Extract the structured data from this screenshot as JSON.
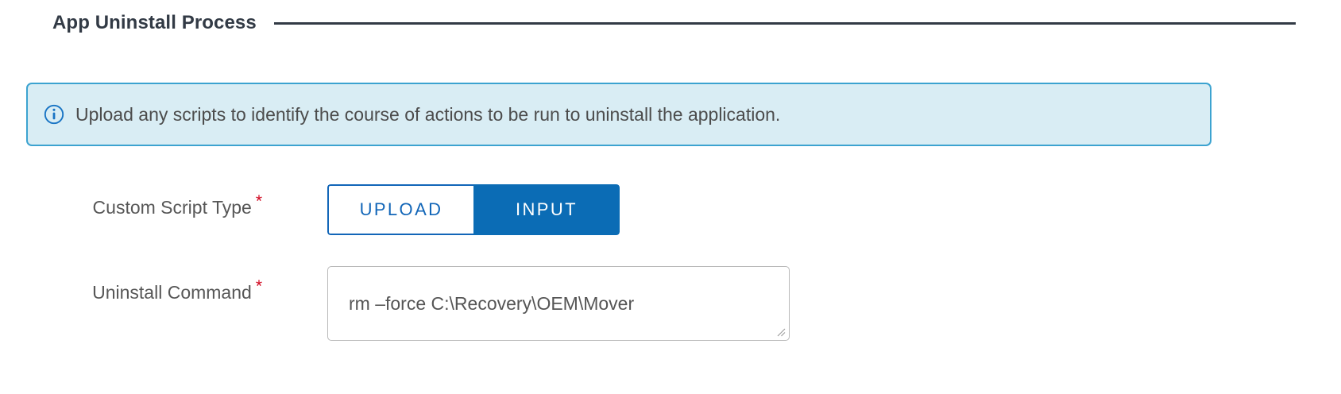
{
  "section": {
    "title": "App Uninstall Process"
  },
  "info_banner": {
    "icon": "info-circle-icon",
    "message": "Upload any scripts to identify the course of actions to be run to uninstall the application.",
    "background_color": "#d9edf4",
    "border_color": "#3ca3d0",
    "icon_color": "#1874c4"
  },
  "fields": {
    "custom_script_type": {
      "label": "Custom Script Type",
      "required_marker": "*",
      "options": [
        {
          "label": "UPLOAD",
          "selected": false
        },
        {
          "label": "INPUT",
          "selected": true
        }
      ],
      "selected_value": "INPUT",
      "active_color": "#0b6cb5",
      "inactive_text_color": "#1266b8"
    },
    "uninstall_command": {
      "label": "Uninstall Command",
      "required_marker": "*",
      "value": "rm –force C:\\Recovery\\OEM\\Mover",
      "placeholder": ""
    }
  },
  "colors": {
    "title": "#323a45",
    "label": "#575757",
    "required": "#d0021b"
  }
}
